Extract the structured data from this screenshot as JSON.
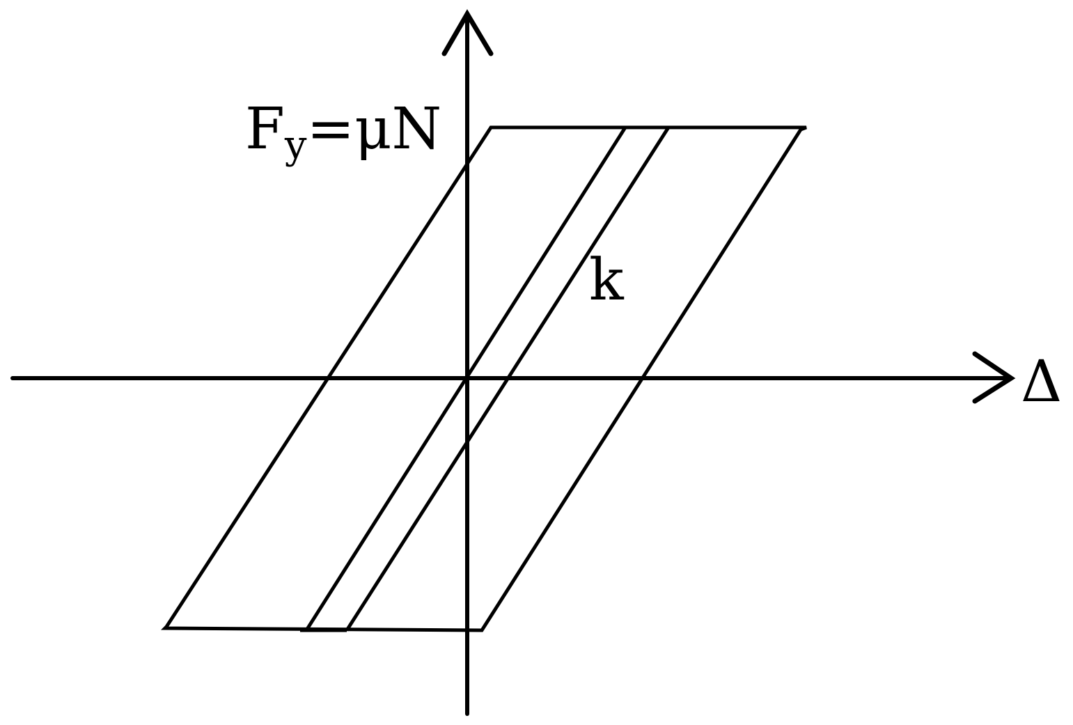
{
  "labels": {
    "yield_force": "F",
    "yield_force_subscript": "y",
    "yield_force_rest": "=μN",
    "stiffness": "k",
    "displacement_axis": "Δ"
  },
  "colors": {
    "ink": "#000000",
    "background": "#ffffff"
  }
}
